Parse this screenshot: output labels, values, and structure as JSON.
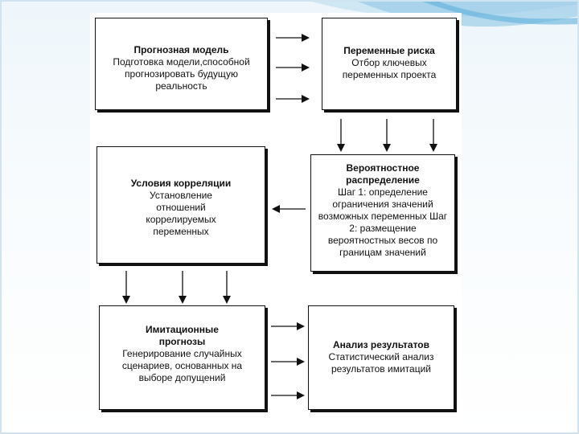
{
  "diagram": {
    "boxes": {
      "forecast_model": {
        "title": "Прогнозная модель",
        "text": "Подготовка модели,способной прогнозировать будущую реальность"
      },
      "risk_variables": {
        "title": "Переменные риска",
        "text": "Отбор ключевых переменных проекта"
      },
      "correlation": {
        "title": "Условия корреляции",
        "text": "Установление отношений коррелируемых переменных"
      },
      "probability": {
        "title": "Вероятностное распределение",
        "text": "Шаг 1: определение ограничения значений возможных переменных Шаг 2: размещение вероятностных весов по границам значений"
      },
      "simulation": {
        "title": "Имитационные прогнозы",
        "text": "Генерирование случайных сценариев, основанных на выборе допущений"
      },
      "results": {
        "title": "Анализ результатов",
        "text": "Статистический анализ результатов имитаций"
      }
    },
    "arrow_color": "#111111"
  }
}
